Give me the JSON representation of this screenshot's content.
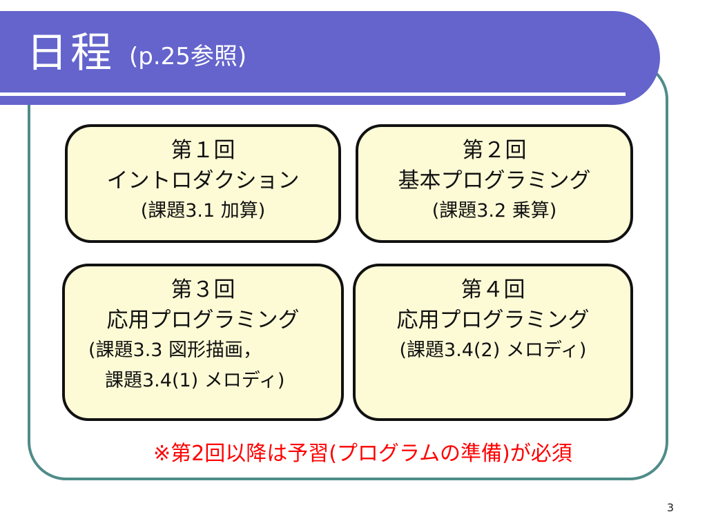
{
  "slide": {
    "title": "日程",
    "title_note": "(p.25参照)",
    "sessions": [
      {
        "heading": "第１回",
        "topic": "イントロダクション",
        "tasks": [
          "(課題3.1  加算)"
        ]
      },
      {
        "heading": "第２回",
        "topic": "基本プログラミング",
        "tasks": [
          "(課題3.2  乗算)"
        ]
      },
      {
        "heading": "第３回",
        "topic": "応用プログラミング",
        "tasks": [
          "(課題3.3  図形描画，",
          "課題3.4(1) メロディ)"
        ]
      },
      {
        "heading": "第４回",
        "topic": "応用プログラミング",
        "tasks": [
          "(課題3.4(2) メロディ)"
        ]
      }
    ],
    "note": "※第2回以降は予習(プログラムの準備)が必須",
    "page_number": "3"
  },
  "colors": {
    "title_band": "#6464cc",
    "frame_border": "#4f8c89",
    "card_fill": "#fdfbd6",
    "note_text": "#ff0000"
  }
}
